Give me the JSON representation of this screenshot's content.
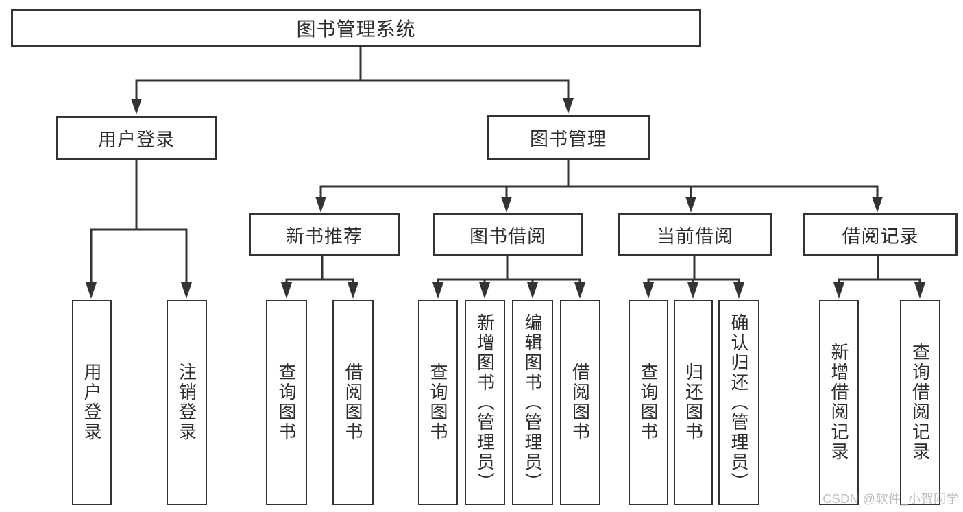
{
  "diagram": {
    "root": {
      "label": "图书管理系统"
    },
    "level2": {
      "user_login": {
        "label": "用户登录"
      },
      "book_mgmt": {
        "label": "图书管理"
      }
    },
    "level3": {
      "new_book_rec": {
        "label": "新书推荐"
      },
      "book_borrow": {
        "label": "图书借阅"
      },
      "current_borrow": {
        "label": "当前借阅"
      },
      "borrow_record": {
        "label": "借阅记录"
      }
    },
    "leaves": {
      "login": {
        "label": "用户登录"
      },
      "logout": {
        "label": "注销登录"
      },
      "nb_query": {
        "label": "查询图书"
      },
      "nb_borrow": {
        "label": "借阅图书"
      },
      "bb_query": {
        "label": "查询图书"
      },
      "bb_add": {
        "label": "新增图书（管理员）"
      },
      "bb_edit": {
        "label": "编辑图书（管理员）"
      },
      "bb_borrow": {
        "label": "借阅图书"
      },
      "cb_query": {
        "label": "查询图书"
      },
      "cb_return": {
        "label": "归还图书"
      },
      "cb_confirm": {
        "label": "确认归还（管理员）"
      },
      "br_add": {
        "label": "新增借阅记录"
      },
      "br_query": {
        "label": "查询借阅记录"
      }
    }
  },
  "watermark": {
    "text": "CSDN @软件_小贺同学"
  },
  "colors": {
    "line": "#333333",
    "border": "#333333",
    "text": "#2d2d2d",
    "box_bg": "#ffffff",
    "page_bg": "#ffffff",
    "watermark": "#bfbfbf"
  }
}
